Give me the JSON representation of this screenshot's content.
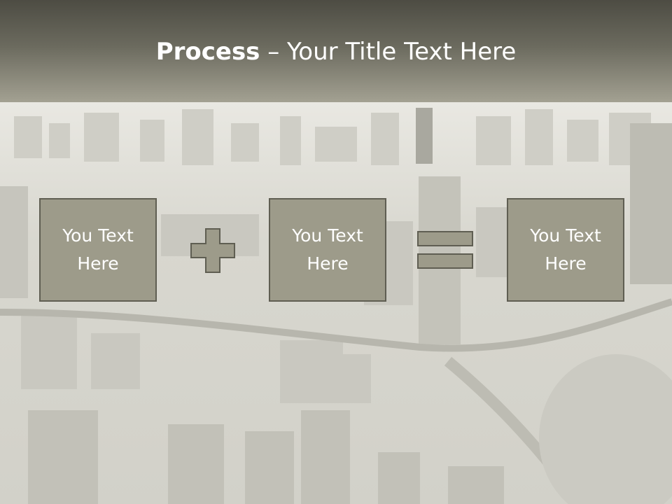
{
  "slide": {
    "title_bold": "Process",
    "title_rest": " – Your Title Text Here",
    "boxes": [
      {
        "text_line1": "You Text",
        "text_line2": "Here"
      },
      {
        "text_line1": "You Text",
        "text_line2": "Here"
      },
      {
        "text_line1": "You Text",
        "text_line2": "Here"
      }
    ],
    "operators": [
      "plus-icon",
      "equals-icon"
    ]
  },
  "colors": {
    "title_bar_top": "#4d4c43",
    "title_bar_bottom": "#a3a192",
    "box_fill": "#9d9b8a",
    "box_border": "#5f5e52",
    "text": "#ffffff"
  }
}
